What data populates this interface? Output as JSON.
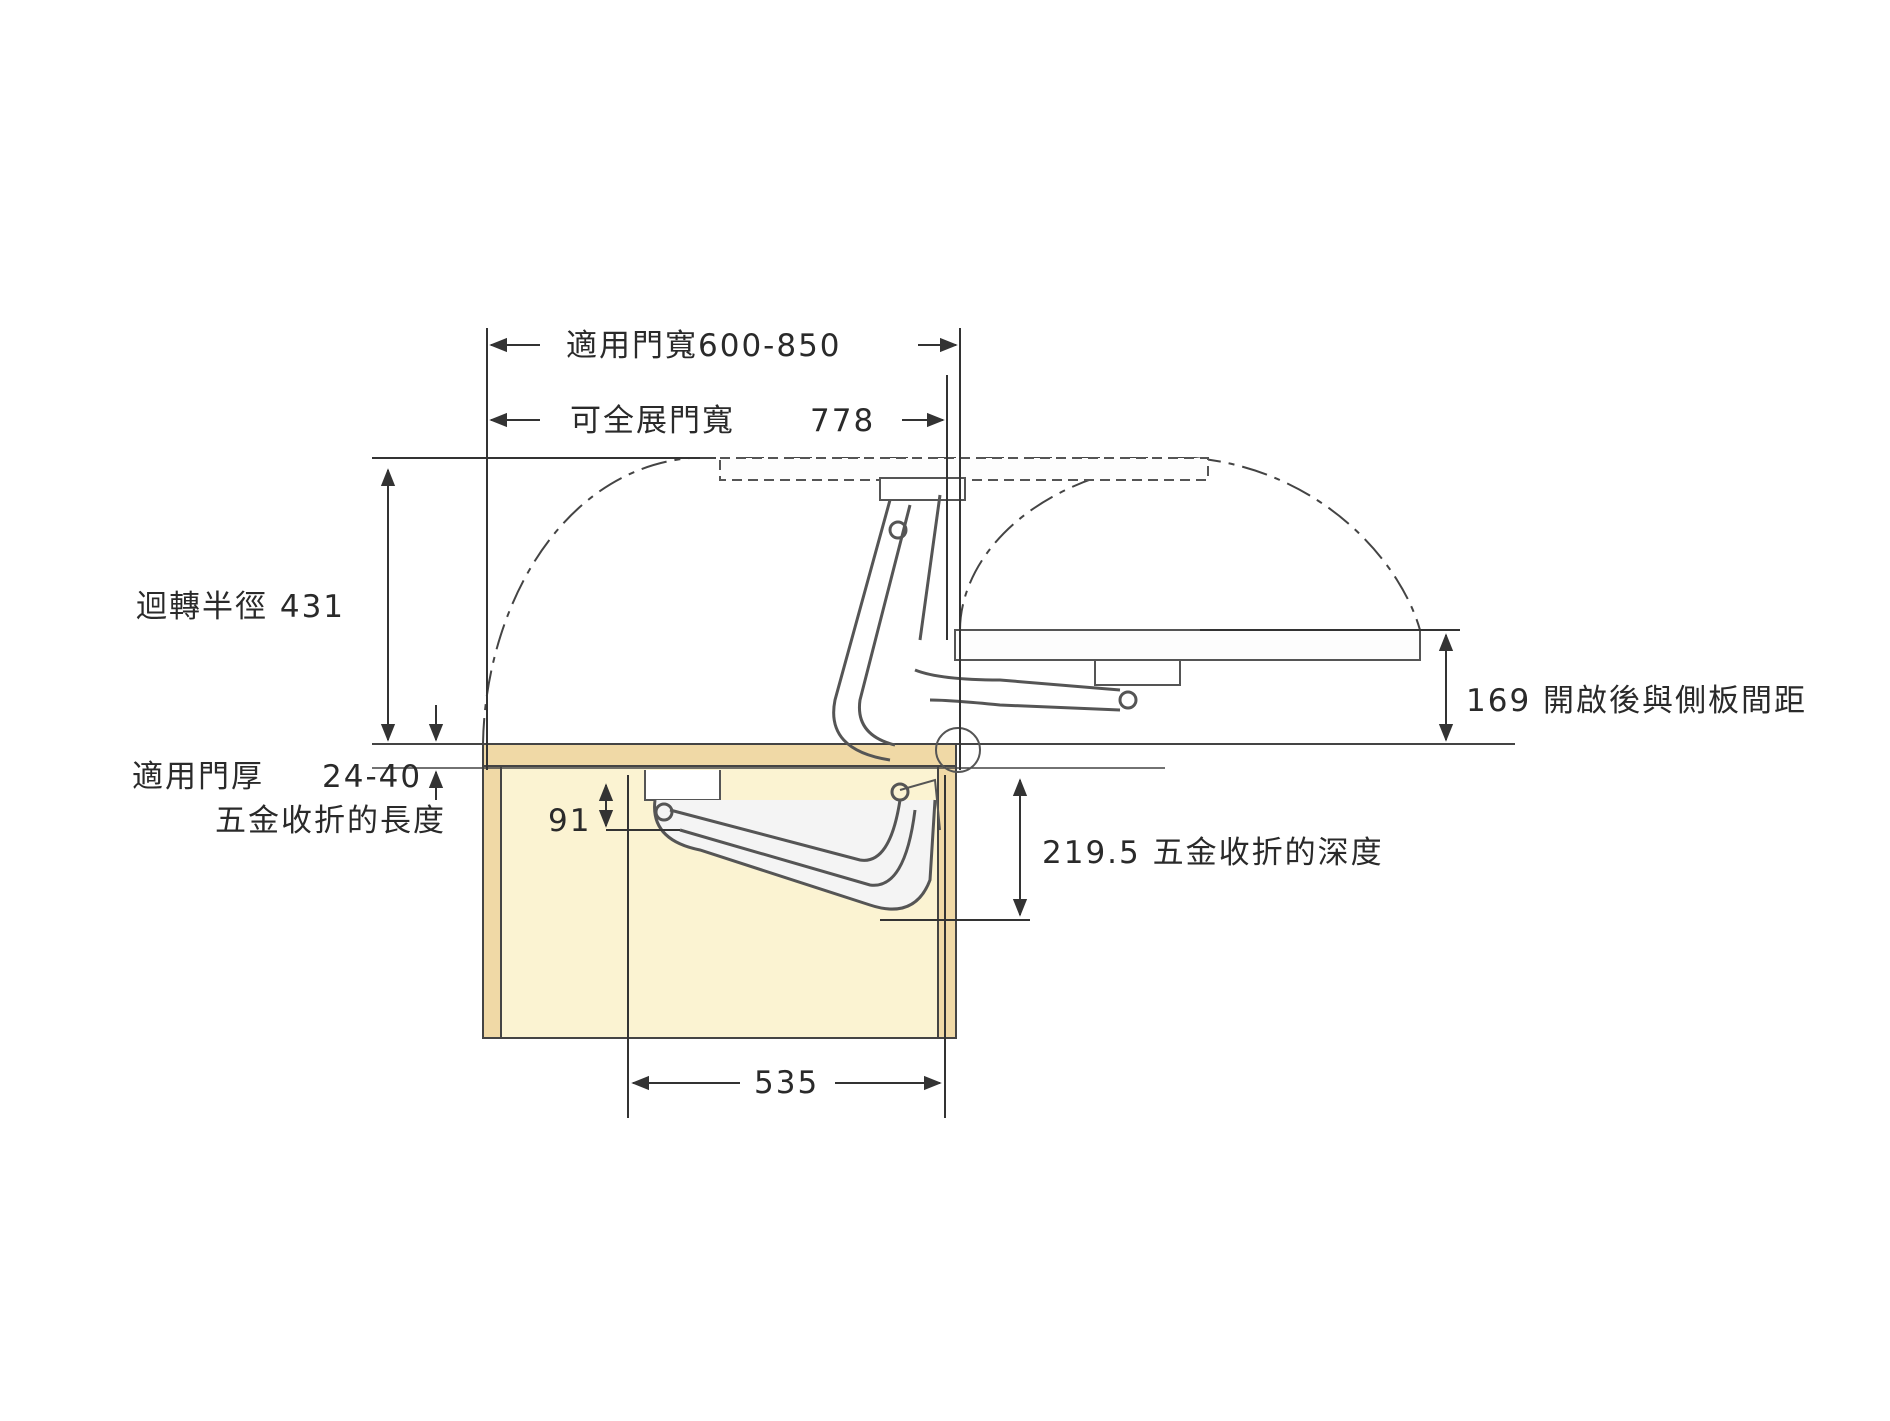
{
  "labels": {
    "door_width": "適用門寬600-850",
    "full_open_label": "可全展門寬",
    "full_open_value": "778",
    "swing_radius": "迴轉半徑 431",
    "door_thickness_label": "適用門厚",
    "door_thickness_value": "24-40",
    "fold_length": "五金收折的長度",
    "fold_length_value": "91",
    "side_gap": "169 開啟後與側板間距",
    "fold_depth": "219.5 五金收折的深度",
    "base_width": "535"
  },
  "colors": {
    "line": "#3a3a3a",
    "cabinet_fill": "#fbf3d2",
    "cabinet_wall": "#f0d9a6",
    "mechanism": "#555555"
  }
}
